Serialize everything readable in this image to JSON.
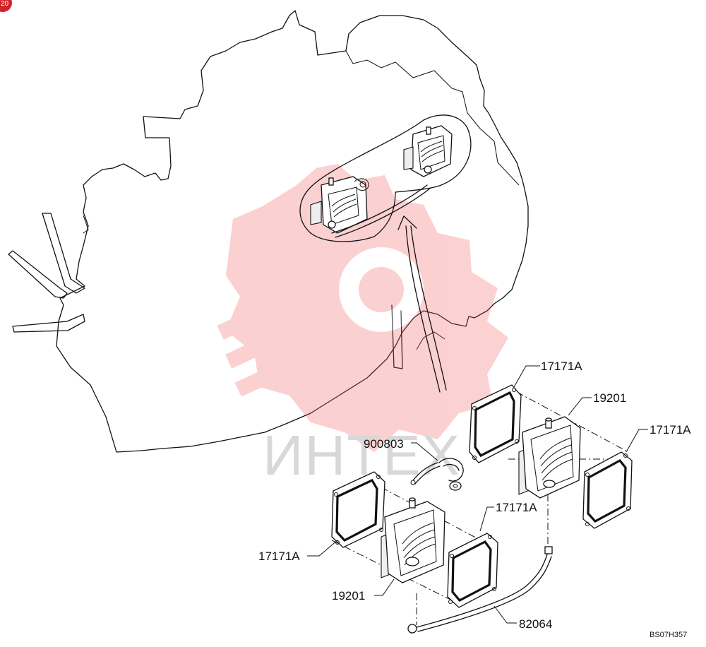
{
  "diagram": {
    "corner_badge": "20",
    "drawing_code": "BS07H357",
    "watermark": {
      "text": "ИНТЕХ",
      "color": "#f25a5a"
    },
    "callouts": {
      "gasket_top_right": "17171A",
      "gasket_right": "17171A",
      "gasket_center": "17171A",
      "gasket_left": "17171A",
      "cover_right": "19201",
      "cover_left": "19201",
      "hose_small": "900803",
      "pipe": "82064"
    }
  }
}
